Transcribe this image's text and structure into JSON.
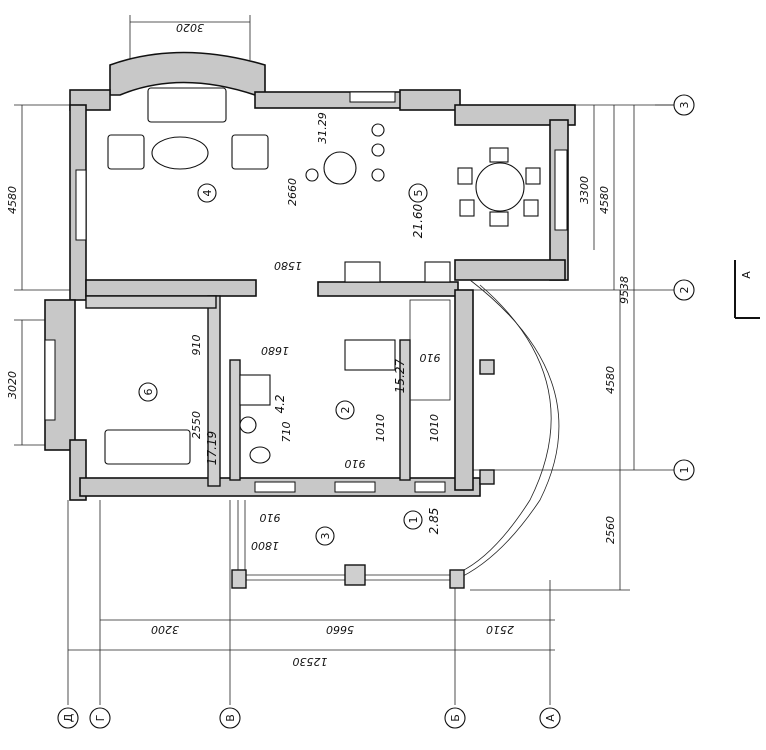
{
  "dimensions": {
    "top_bay_width": "3020",
    "right_top": "4580",
    "right_inner": "3300",
    "right_total": "9538",
    "right_middle": "4580",
    "right_bottom": "2560",
    "left_top": "4580",
    "left_middle": "3020",
    "interior_2660": "2660",
    "interior_31_29": "31.29",
    "interior_1580": "1580",
    "interior_1680": "1680",
    "interior_910_a": "910",
    "interior_2550": "2550",
    "interior_710": "710",
    "interior_910_b": "910",
    "interior_1010_a": "1010",
    "interior_1010_b": "1010",
    "interior_910_c": "910",
    "interior_910_d": "910",
    "interior_1800": "1800",
    "bottom_3200": "3200",
    "bottom_5660": "5660",
    "bottom_2510": "2510",
    "bottom_total": "12530"
  },
  "rooms": [
    {
      "num": "4",
      "area": ""
    },
    {
      "num": "5",
      "area": "21.60"
    },
    {
      "num": "6",
      "area": "17.19"
    },
    {
      "num": "2",
      "area": "15.27"
    },
    {
      "num": "3",
      "area": "4.2"
    },
    {
      "num": "1",
      "area": "2.85"
    }
  ],
  "axes": {
    "right": [
      "3",
      "2",
      "1"
    ],
    "bottom": [
      "Д",
      "Г",
      "В",
      "Б",
      "А"
    ]
  },
  "section_marker": "A"
}
